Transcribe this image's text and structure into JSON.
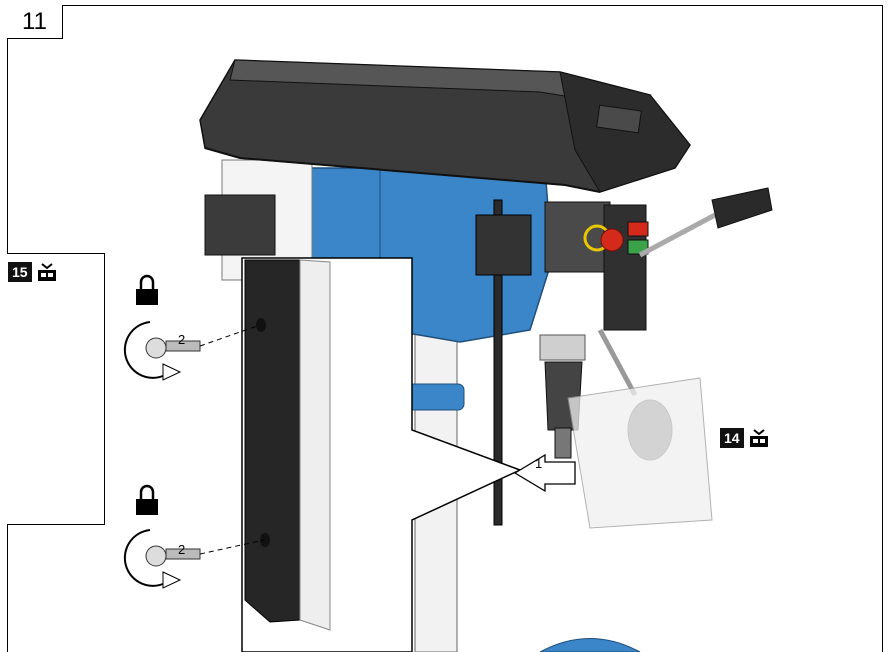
{
  "step": {
    "number": "11"
  },
  "parts": {
    "hex_key": {
      "number": "15",
      "icon": "box-icon"
    },
    "drill_handle": {
      "number": "14",
      "icon": "box-icon"
    }
  },
  "callouts": {
    "arrow_1": "1",
    "screw_upper": "2",
    "screw_lower": "2"
  },
  "colors": {
    "machine_blue": "#3a86c8",
    "head_dark": "#3a3a3a",
    "emergency_red": "#d42a1c",
    "switch_green": "#3aa34a",
    "guard_black": "#262626"
  }
}
